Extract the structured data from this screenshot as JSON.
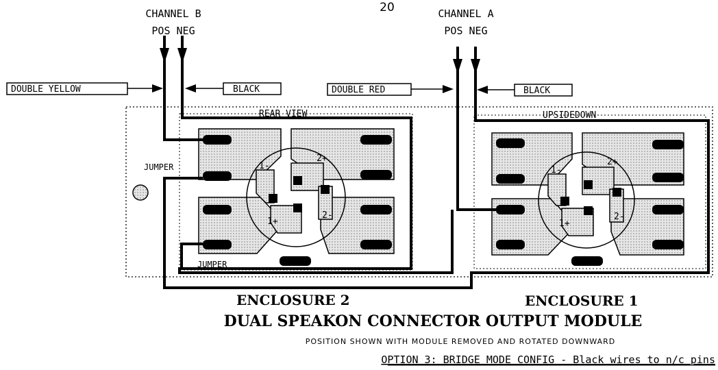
{
  "page_number": "20",
  "channel_b": {
    "label": "CHANNEL B",
    "polarity": "POS NEG"
  },
  "channel_a": {
    "label": "CHANNEL A",
    "polarity": "POS NEG"
  },
  "wire_labels": {
    "double_yellow": "DOUBLE YELLOW",
    "black_b": "BLACK",
    "double_red": "DOUBLE RED",
    "black_a": "BLACK"
  },
  "views": {
    "rear": "REAR VIEW",
    "upside": "UPSIDEDOWN"
  },
  "jumpers": {
    "side": "JUMPER",
    "bottom": "JUMPER"
  },
  "pins": {
    "p1m": "1-",
    "p2p": "2+",
    "p1p": "1+",
    "p2m": "2-"
  },
  "enclosures": {
    "two": "ENCLOSURE 2",
    "one": "ENCLOSURE 1"
  },
  "title": "DUAL SPEAKON CONNECTOR OUTPUT MODULE",
  "subtitle": "POSITION SHOWN WITH MODULE REMOVED AND ROTATED DOWNWARD",
  "option": "OPTION 3: BRIDGE MODE CONFIG - Black wires to n/c pins",
  "colors": {
    "ink": "#000000",
    "pad": "#d4d4d4",
    "paper": "#ffffff"
  }
}
